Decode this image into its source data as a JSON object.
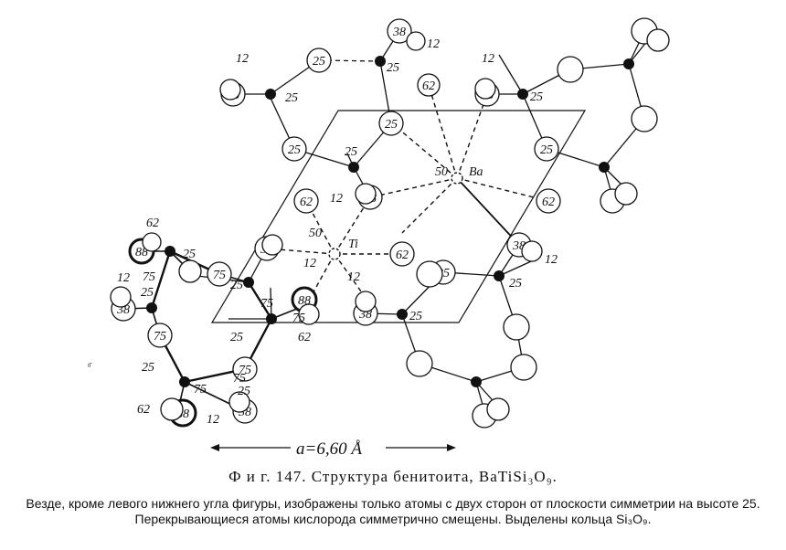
{
  "figure": {
    "unit_label": "a=6,60 Å",
    "center_labels": {
      "ba_height": "50",
      "ba_symbol": "Ba",
      "ti_height": "50",
      "ti_symbol": "Ti"
    },
    "stray_mark": "ⁿ̄"
  },
  "caption": {
    "title": "Ф и г. 147. Структура бенитоита, BaTiSi₃O₉.",
    "body": "Везде, кроме левого нижнего угла фигуры, изображены только атомы с двух сторон от плоскости симметрии на высоте 25. Перекрывающиеся атомы кислорода симметрично смещены. Выделены кольца Si₃O₉."
  }
}
